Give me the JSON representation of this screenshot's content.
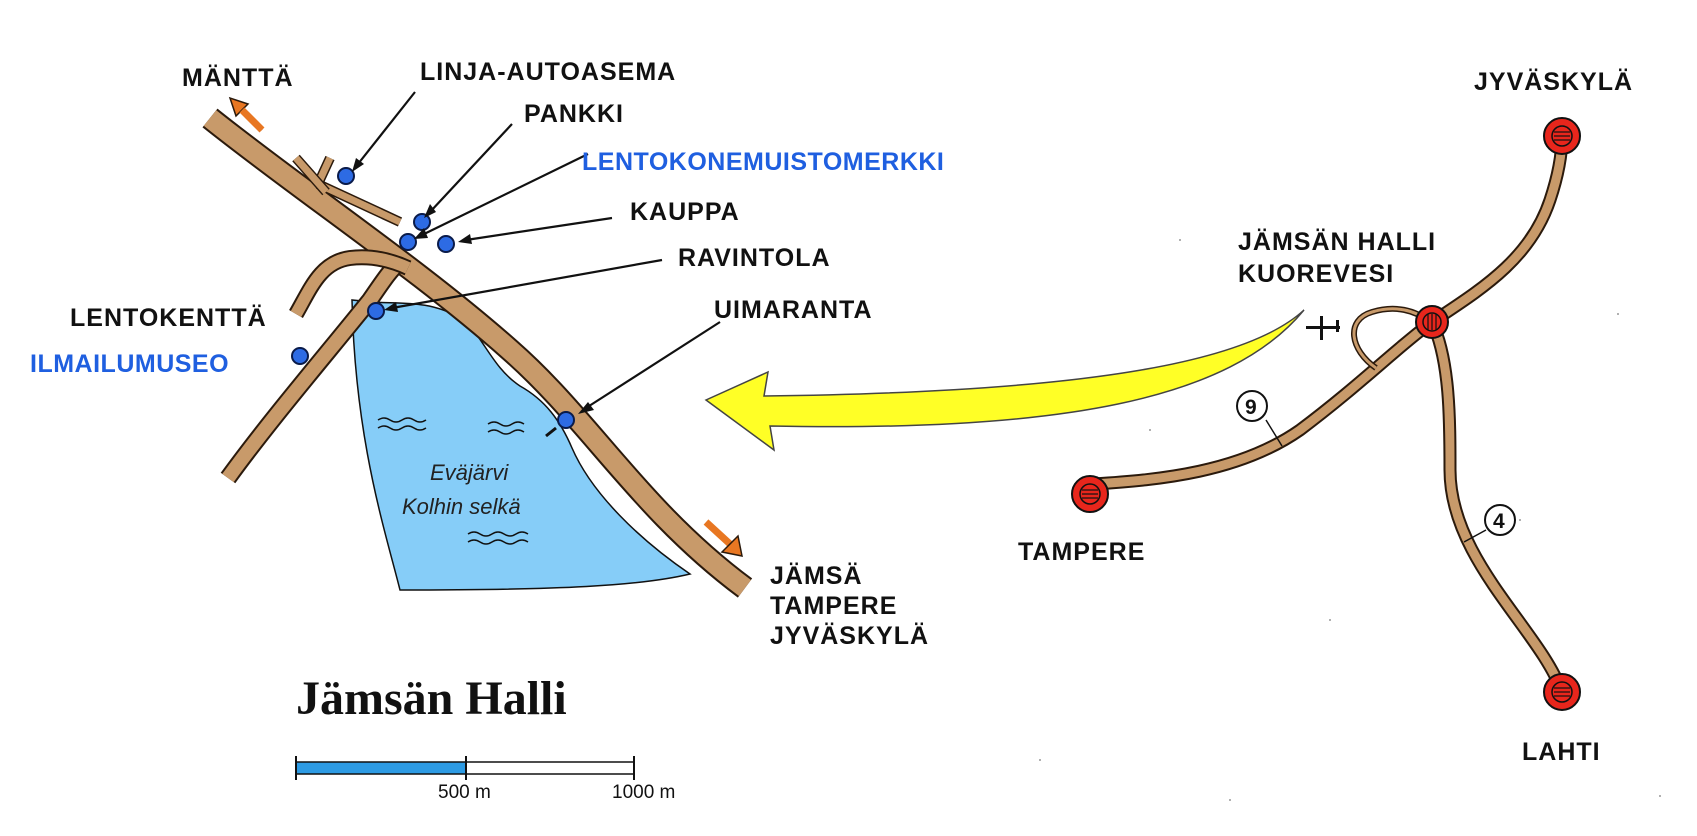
{
  "map": {
    "title": "Jämsän Halli",
    "places": {
      "mantta": "MÄNTTÄ",
      "linja_autoasema": "LINJA-AUTOASEMA",
      "pankki": "PANKKI",
      "lentokonemuistomerkki": "LENTOKONEMUISTOMERKKI",
      "kauppa": "KAUPPA",
      "ravintola": "RAVINTOLA",
      "lentokentta": "LENTOKENTTÄ",
      "ilmailumuseo": "ILMAILUMUSEO",
      "uimaranta": "UIMARANTA",
      "dest_line1": "JÄMSÄ",
      "dest_line2": "TAMPERE",
      "dest_line3": "JYVÄSKYLÄ"
    },
    "lake": {
      "name_line1": "Eväjärvi",
      "name_line2": "Kolhin  selkä"
    },
    "scale_bar": {
      "label_mid": "500 m",
      "label_end": "1000 m"
    },
    "inset": {
      "jyvaskyla": "JYVÄSKYLÄ",
      "tampere": "TAMPERE",
      "lahti": "LAHTI",
      "halli_line1": "JÄMSÄN  HALLI",
      "halli_line2": "KUOREVESI",
      "road_9": "9",
      "road_4": "4"
    },
    "colors": {
      "road_fill": "#c89a6a",
      "road_edge": "#2b1a0c",
      "lake": "#86cdf8",
      "poi": "#2d6be4",
      "highlight_text": "#1f5fe0",
      "arrow": "#ffff26",
      "city_marker": "#e8261c",
      "direction_arrow": "#e87722"
    },
    "icons": [
      "airplane-icon",
      "swimmer-icon",
      "direction-arrow-icon"
    ]
  }
}
